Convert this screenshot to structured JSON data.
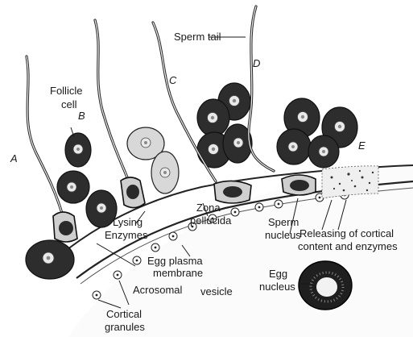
{
  "labels": {
    "sperm_tail": "Sperm tail",
    "follicle_cell_1": "Follicle",
    "follicle_cell_2": "cell",
    "stage_a": "A",
    "stage_b": "B",
    "stage_c": "C",
    "stage_d": "D",
    "stage_e": "E",
    "lysing_1": "Lysing",
    "lysing_2": "Enzymes",
    "zona_1": "Zona",
    "zona_2": "pellucida",
    "egg_plasma_1": "Egg plasma",
    "egg_plasma_2": "membrane",
    "acrosomal_1": "Acrosomal",
    "acrosomal_2": "vesicle",
    "sperm_nucleus_1": "Sperm",
    "sperm_nucleus_2": "nucleus",
    "releasing_1": "Releasing of cortical",
    "releasing_2": "content and enzymes",
    "egg_nucleus_1": "Egg",
    "egg_nucleus_2": "nucleus",
    "cortical_1": "Cortical",
    "cortical_2": "granules"
  },
  "colors": {
    "ink": "#1a1a1a",
    "dark_cell": "#2d2d2d",
    "light_cell": "#d8d8d8",
    "background": "#ffffff"
  }
}
